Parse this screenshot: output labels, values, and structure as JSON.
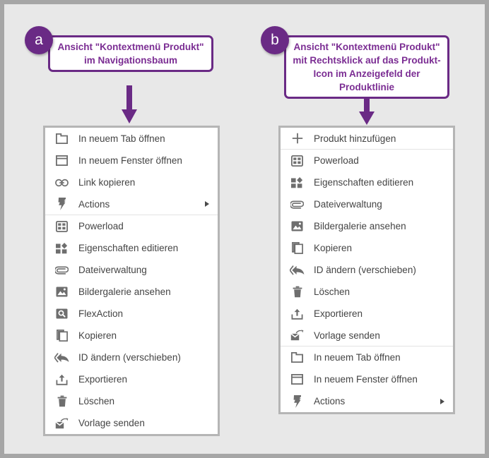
{
  "colors": {
    "accent_purple": "#6a2a85",
    "callout_text": "#7b2d93",
    "menu_border": "#b5b5b5",
    "page_bg": "#e8e8e8",
    "frame": "#a6a6a6",
    "icon": "#6e6e6e",
    "label": "#444444"
  },
  "callouts": [
    {
      "badge": "a",
      "text": "Ansicht \"Kontextmenü Produkt\" im Navigationsbaum"
    },
    {
      "badge": "b",
      "text": "Ansicht \"Kontextmenü Produkt\" mit Rechtsklick auf das Produkt-Icon im Anzeigefeld der Produktlinie"
    }
  ],
  "menus": [
    {
      "name": "kontextmenue-produkt-navigationsbaum",
      "items": [
        {
          "icon": "new-tab-icon",
          "label": "In neuem Tab öffnen",
          "submenu": false,
          "separator_after": false
        },
        {
          "icon": "new-window-icon",
          "label": "In neuem Fenster öffnen",
          "submenu": false,
          "separator_after": false
        },
        {
          "icon": "link-icon",
          "label": "Link kopieren",
          "submenu": false,
          "separator_after": false
        },
        {
          "icon": "lightning-icon",
          "label": "Actions",
          "submenu": true,
          "separator_after": true
        },
        {
          "icon": "calculator-icon",
          "label": "Powerload",
          "submenu": false,
          "separator_after": false
        },
        {
          "icon": "properties-icon",
          "label": "Eigenschaften editieren",
          "submenu": false,
          "separator_after": false
        },
        {
          "icon": "paperclip-icon",
          "label": "Dateiverwaltung",
          "submenu": false,
          "separator_after": false
        },
        {
          "icon": "image-icon",
          "label": "Bildergalerie ansehen",
          "submenu": false,
          "separator_after": false
        },
        {
          "icon": "search-box-icon",
          "label": "FlexAction",
          "submenu": false,
          "separator_after": false
        },
        {
          "icon": "copy-icon",
          "label": "Kopieren",
          "submenu": false,
          "separator_after": false
        },
        {
          "icon": "double-back-icon",
          "label": "ID ändern (verschieben)",
          "submenu": false,
          "separator_after": false
        },
        {
          "icon": "export-icon",
          "label": "Exportieren",
          "submenu": false,
          "separator_after": false
        },
        {
          "icon": "trash-icon",
          "label": "Löschen",
          "submenu": false,
          "separator_after": false
        },
        {
          "icon": "send-template-icon",
          "label": "Vorlage senden",
          "submenu": false,
          "separator_after": false
        }
      ]
    },
    {
      "name": "kontextmenue-produkt-produktlinie",
      "items": [
        {
          "icon": "plus-icon",
          "label": "Produkt hinzufügen",
          "submenu": false,
          "separator_after": true
        },
        {
          "icon": "calculator-icon",
          "label": "Powerload",
          "submenu": false,
          "separator_after": false
        },
        {
          "icon": "properties-icon",
          "label": "Eigenschaften editieren",
          "submenu": false,
          "separator_after": false
        },
        {
          "icon": "paperclip-icon",
          "label": "Dateiverwaltung",
          "submenu": false,
          "separator_after": false
        },
        {
          "icon": "image-icon",
          "label": "Bildergalerie ansehen",
          "submenu": false,
          "separator_after": false
        },
        {
          "icon": "copy-icon",
          "label": "Kopieren",
          "submenu": false,
          "separator_after": false
        },
        {
          "icon": "double-back-icon",
          "label": "ID ändern (verschieben)",
          "submenu": false,
          "separator_after": false
        },
        {
          "icon": "trash-icon",
          "label": "Löschen",
          "submenu": false,
          "separator_after": false
        },
        {
          "icon": "export-icon",
          "label": "Exportieren",
          "submenu": false,
          "separator_after": false
        },
        {
          "icon": "send-template-icon",
          "label": "Vorlage senden",
          "submenu": false,
          "separator_after": true
        },
        {
          "icon": "new-tab-icon",
          "label": "In neuem Tab öffnen",
          "submenu": false,
          "separator_after": false
        },
        {
          "icon": "new-window-icon",
          "label": "In neuem Fenster öffnen",
          "submenu": false,
          "separator_after": false
        },
        {
          "icon": "lightning-icon",
          "label": "Actions",
          "submenu": true,
          "separator_after": false
        }
      ]
    }
  ]
}
